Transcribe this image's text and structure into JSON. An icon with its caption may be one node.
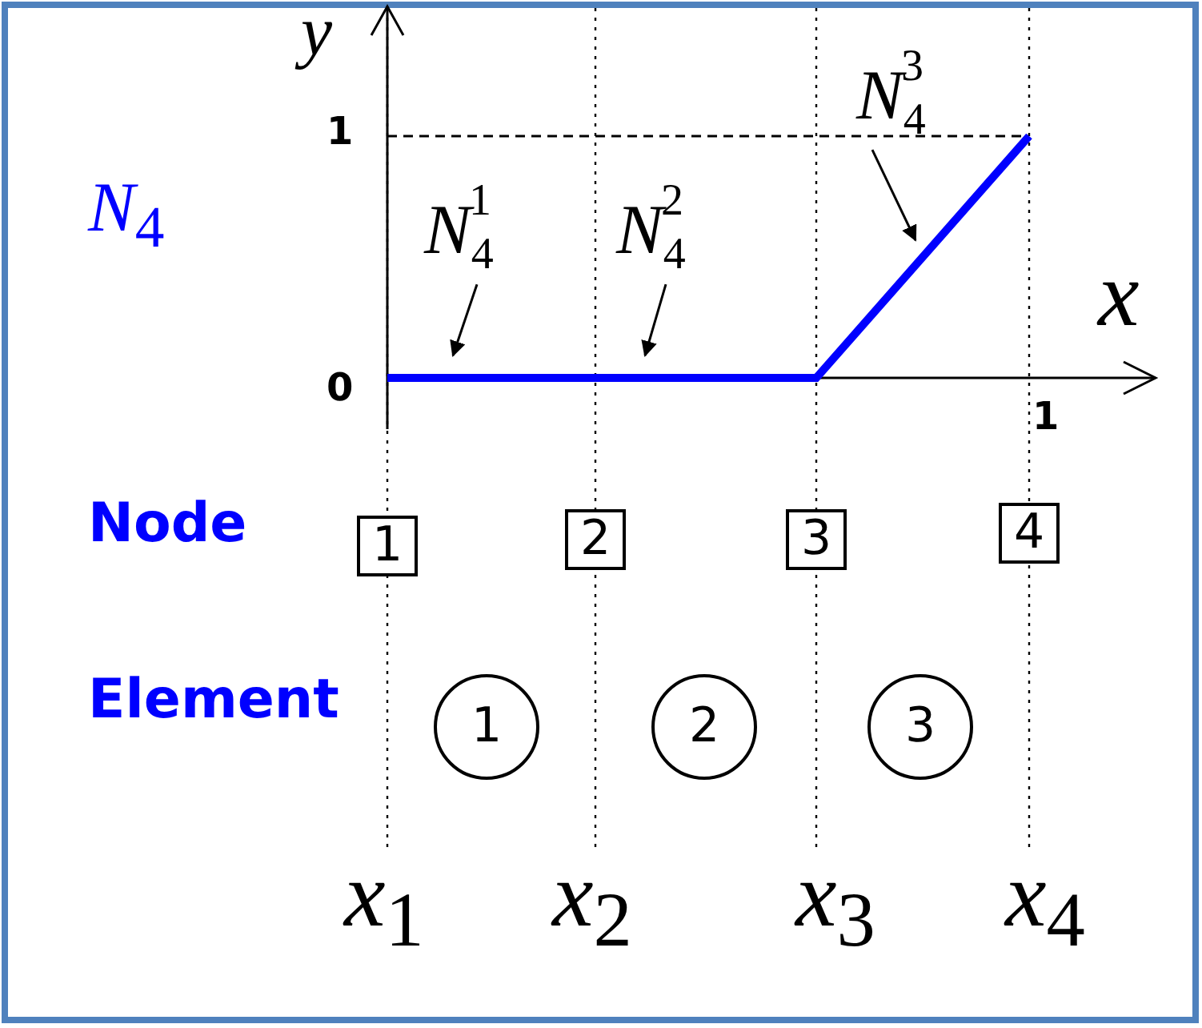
{
  "diagram": {
    "nodes": [
      {
        "text": [
          "*N*$_{4}$$^{1}$"
        ]
      },
      {
        "text": [
          "*N*$_{4}$$^{2}$"
        ]
      },
      {
        "text": [
          "*N*$_{4}$$^{3}$"
        ]
      },
      {
        "text": [
          "1"
        ]
      },
      {
        "text": [
          "2"
        ]
      },
      {
        "text": [
          "3"
        ]
      },
      {
        "text": [
          "4"
        ]
      },
      {
        "text": [
          "1"
        ]
      },
      {
        "text": [
          "2"
        ]
      },
      {
        "text": [
          "3"
        ]
      }
    ],
    "edges": [
      {
        "from": 0,
        "to": null,
        "arrow": "to"
      },
      {
        "from": 1,
        "to": null,
        "arrow": "to"
      },
      {
        "from": 2,
        "to": null,
        "arrow": "to"
      }
    ],
    "labels": [
      "*N*$_{4}$",
      "y",
      "1",
      "x",
      "0",
      "1",
      "Node",
      "Element",
      "*x*$_{1}$",
      "*x*$_{2}$",
      "*x*$_{3}$",
      "*x*$_{4}$"
    ]
  }
}
